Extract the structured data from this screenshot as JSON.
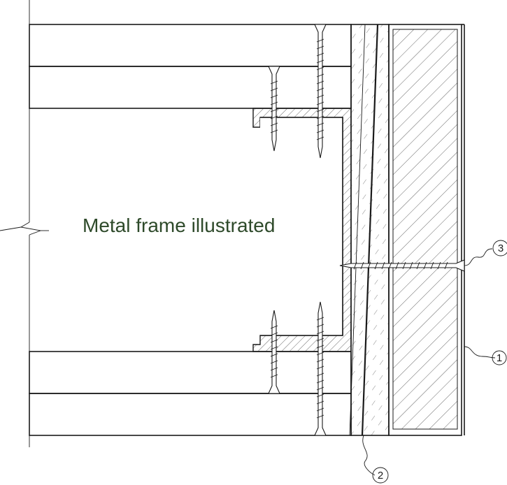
{
  "diagram": {
    "label": "Metal frame illustrated",
    "label_color": "#2e4a2a",
    "callouts": [
      "1",
      "2",
      "3"
    ]
  }
}
